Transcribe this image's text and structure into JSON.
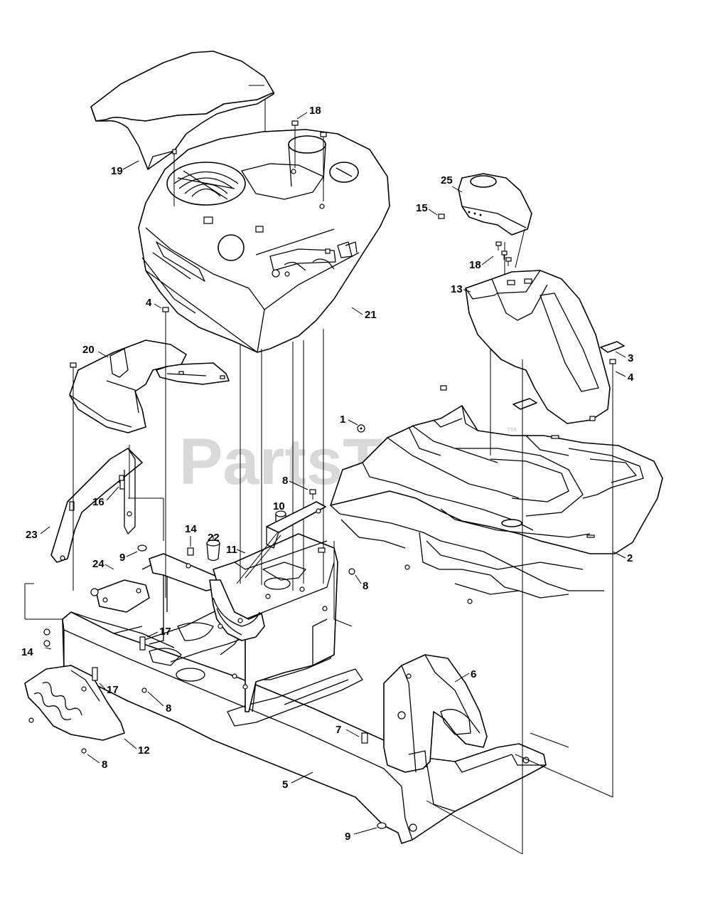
{
  "watermark": {
    "text": "PartsTree",
    "trademark": "™"
  },
  "callouts": [
    {
      "id": "c19",
      "text": "19"
    },
    {
      "id": "c18a",
      "text": "18"
    },
    {
      "id": "c25",
      "text": "25"
    },
    {
      "id": "c15",
      "text": "15"
    },
    {
      "id": "c18b",
      "text": "18"
    },
    {
      "id": "c13",
      "text": "13"
    },
    {
      "id": "c21",
      "text": "21"
    },
    {
      "id": "c4a",
      "text": "4"
    },
    {
      "id": "c20",
      "text": "20"
    },
    {
      "id": "c3",
      "text": "3"
    },
    {
      "id": "c4b",
      "text": "4"
    },
    {
      "id": "c1",
      "text": "1"
    },
    {
      "id": "c8a",
      "text": "8"
    },
    {
      "id": "c10",
      "text": "10"
    },
    {
      "id": "c16",
      "text": "16"
    },
    {
      "id": "c23",
      "text": "23"
    },
    {
      "id": "c14a",
      "text": "14"
    },
    {
      "id": "c22",
      "text": "22"
    },
    {
      "id": "c11",
      "text": "11"
    },
    {
      "id": "c9a",
      "text": "9"
    },
    {
      "id": "c24",
      "text": "24"
    },
    {
      "id": "c2",
      "text": "2"
    },
    {
      "id": "c8b",
      "text": "8"
    },
    {
      "id": "c17a",
      "text": "17"
    },
    {
      "id": "c14b",
      "text": "14"
    },
    {
      "id": "c6",
      "text": "6"
    },
    {
      "id": "c17b",
      "text": "17"
    },
    {
      "id": "c8c",
      "text": "8"
    },
    {
      "id": "c7",
      "text": "7"
    },
    {
      "id": "c12",
      "text": "12"
    },
    {
      "id": "c8d",
      "text": "8"
    },
    {
      "id": "c5",
      "text": "5"
    },
    {
      "id": "c9b",
      "text": "9"
    }
  ]
}
